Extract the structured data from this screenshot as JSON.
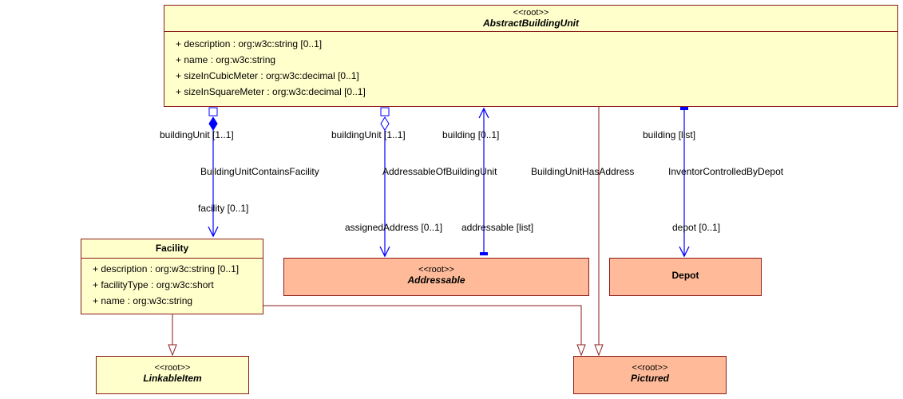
{
  "classes": {
    "abstract_building_unit": {
      "stereotype": "<<root>>",
      "name": "AbstractBuildingUnit",
      "attributes": [
        "+ description : org:w3c:string [0..1]",
        "+ name : org:w3c:string",
        "+ sizeInCubicMeter : org:w3c:decimal [0..1]",
        "+ sizeInSquareMeter : org:w3c:decimal [0..1]"
      ]
    },
    "facility": {
      "name": "Facility",
      "attributes": [
        "+ description : org:w3c:string [0..1]",
        "+ facilityType : org:w3c:short",
        "+ name : org:w3c:string"
      ]
    },
    "addressable": {
      "stereotype": "<<root>>",
      "name": "Addressable"
    },
    "depot": {
      "name": "Depot"
    },
    "linkable_item": {
      "stereotype": "<<root>>",
      "name": "LinkableItem"
    },
    "pictured": {
      "stereotype": "<<root>>",
      "name": "Pictured"
    }
  },
  "associations": {
    "contains_facility": {
      "name": "BuildingUnitContainsFacility",
      "source_role": "buildingUnit [1..1]",
      "target_role": "facility [0..1]"
    },
    "addressable_of": {
      "name": "AddressableOfBuildingUnit",
      "source_role": "buildingUnit [1..1]",
      "target_role": "assignedAddress [0..1]"
    },
    "has_address": {
      "name": "BuildingUnitHasAddress",
      "source_role": "addressable [list]",
      "target_role": "building [0..1]"
    },
    "controlled_by_depot": {
      "name": "InventorControlledByDepot",
      "source_role": "building [list]",
      "target_role": "depot [0..1]"
    }
  },
  "colors": {
    "class_fill": "#ffffcc",
    "root_fill": "#ffbb99",
    "class_border": "#8b1a1a",
    "association": "#0000ff",
    "generalization": "#8b1a1a"
  }
}
